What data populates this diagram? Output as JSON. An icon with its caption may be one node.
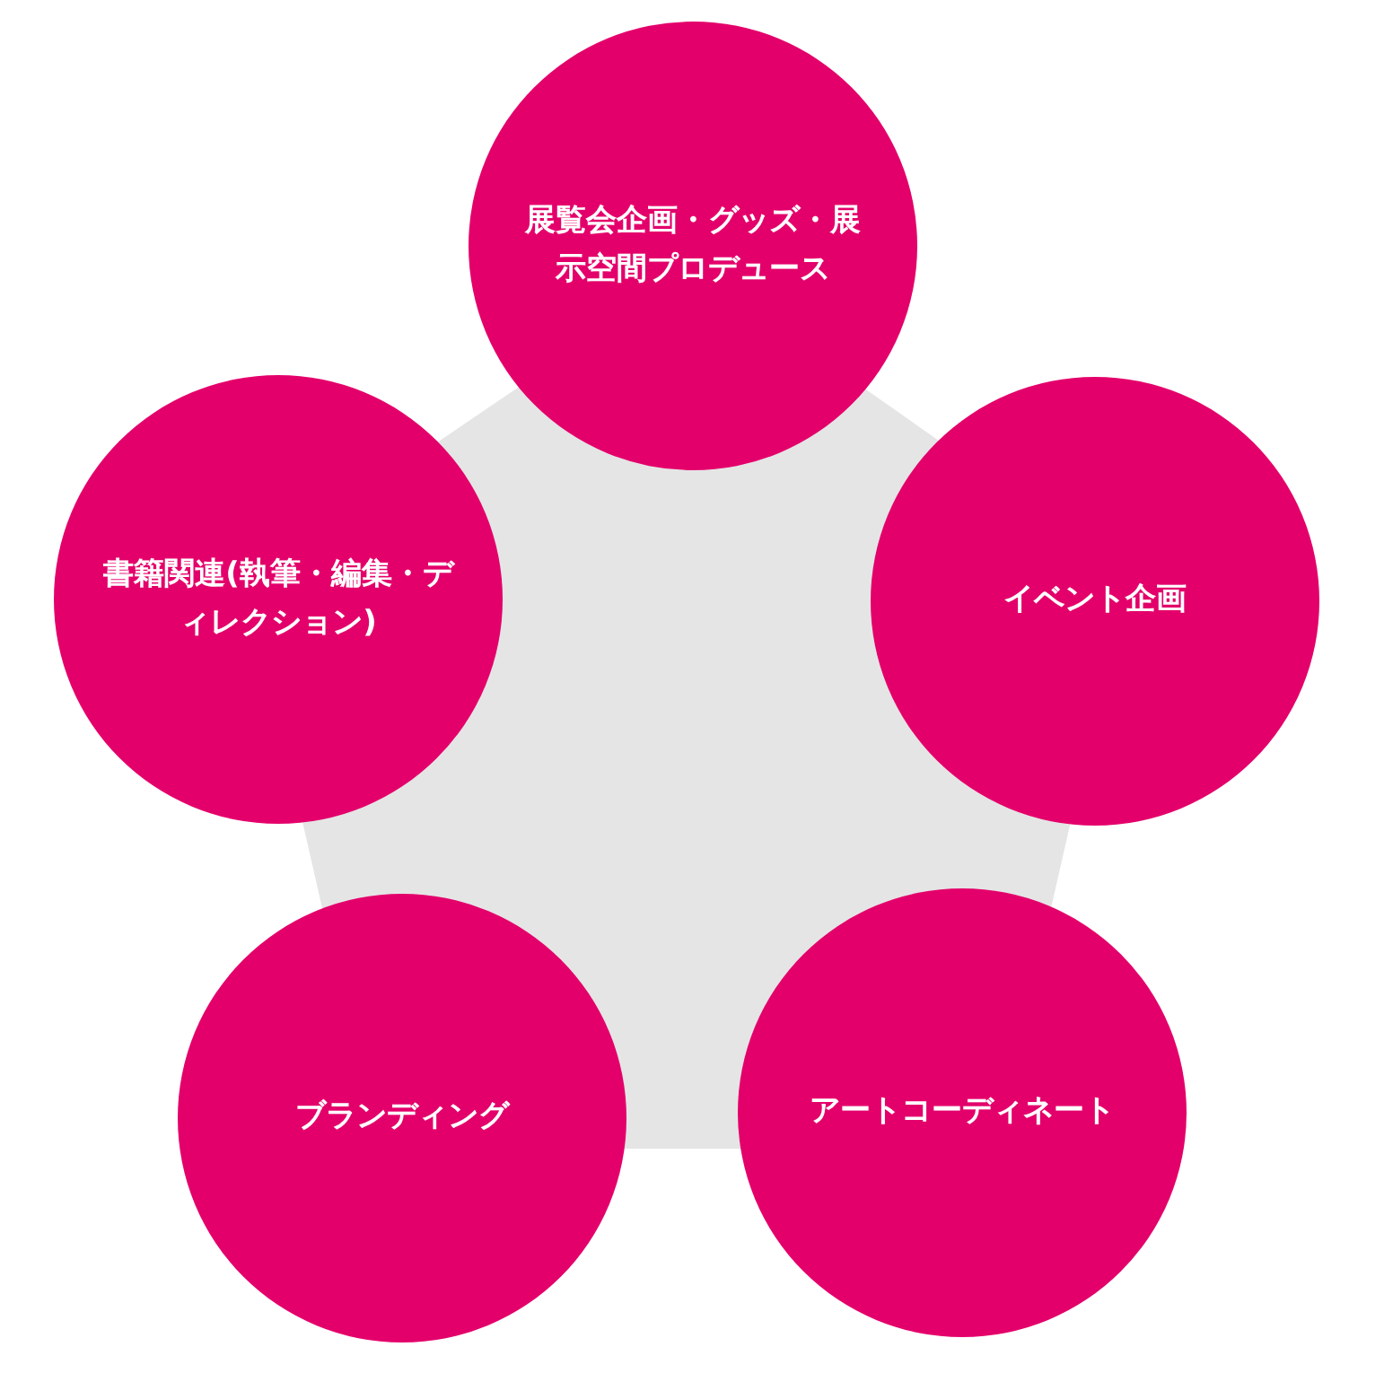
{
  "diagram": {
    "nodes": [
      {
        "text": [
          "展覧会企画・グッズ・展示空間プロデュース"
        ]
      },
      {
        "text": [
          "書籍関連(執筆・編集・ディレクション)"
        ]
      },
      {
        "text": [
          "イベント企画"
        ]
      },
      {
        "text": [
          "ブランディング"
        ]
      },
      {
        "text": [
          "アートコーディネート"
        ]
      }
    ]
  }
}
